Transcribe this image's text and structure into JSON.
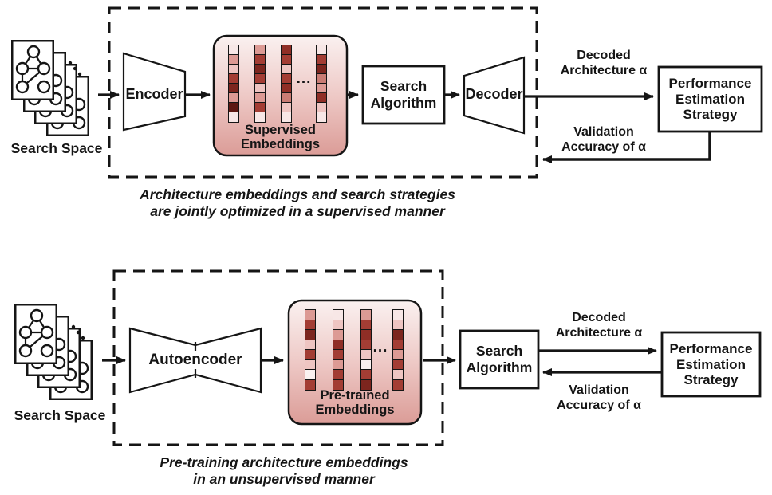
{
  "colors": {
    "ink": "#151515",
    "embed_gradient_top": "#faf1f0",
    "embed_gradient_mid": "#eec9c6",
    "embed_gradient_bottom": "#db9c97"
  },
  "top": {
    "search_space": "Search Space",
    "encoder": "Encoder",
    "embeddings_title_1": "Supervised",
    "embeddings_title_2": "Embeddings",
    "embeddings_dots": "...",
    "embeddings_columns": [
      [
        "#f7e7e6",
        "#dc9a94",
        "#eec5c2",
        "#a33d34",
        "#7c251e",
        "#dc9a94",
        "#5d1812",
        "#f7e7e6"
      ],
      [
        "#dc9a94",
        "#a33d34",
        "#7c251e",
        "#a33d34",
        "#eec5c2",
        "#dc9a94",
        "#a33d34",
        "#f7e7e6"
      ],
      [
        "#8f2e26",
        "#a33d34",
        "#eec5c2",
        "#a33d34",
        "#8f2e26",
        "#c97c74",
        "#eec5c2",
        "#f7e7e6"
      ],
      [
        "#f7e7e6",
        "#a33d34",
        "#7c251e",
        "#c97c74",
        "#dc9a94",
        "#8f2e26",
        "#eec5c2",
        "#f7e7e6"
      ]
    ],
    "search_algorithm_1": "Search",
    "search_algorithm_2": "Algorithm",
    "decoder": "Decoder",
    "performance_1": "Performance",
    "performance_2": "Estimation",
    "performance_3": "Strategy",
    "decoded_1": "Decoded",
    "decoded_2": "Architecture α",
    "validation_1": "Validation",
    "validation_2": "Accuracy of α",
    "caption_1": "Architecture embeddings and search strategies",
    "caption_2": "are jointly optimized in a supervised manner"
  },
  "bottom": {
    "search_space": "Search Space",
    "autoencoder": "Autoencoder",
    "embeddings_title_1": "Pre-trained",
    "embeddings_title_2": "Embeddings",
    "embeddings_dots": "...",
    "embeddings_columns": [
      [
        "#dc9a94",
        "#a33d34",
        "#7c251e",
        "#eec5c2",
        "#a33d34",
        "#eec5c2",
        "#faf1f0",
        "#a33d34"
      ],
      [
        "#f7e7e6",
        "#eec5c2",
        "#dc9a94",
        "#8f2e26",
        "#a33d34",
        "#dc9a94",
        "#a33d34",
        "#a33d34"
      ],
      [
        "#dc9a94",
        "#a33d34",
        "#8f2e26",
        "#a33d34",
        "#eec5c2",
        "#faf1f0",
        "#a33d34",
        "#7c251e"
      ],
      [
        "#f7e7e6",
        "#eec5c2",
        "#7c251e",
        "#a33d34",
        "#dc9a94",
        "#a33d34",
        "#eec5c2",
        "#a33d34"
      ]
    ],
    "search_algorithm_1": "Search",
    "search_algorithm_2": "Algorithm",
    "performance_1": "Performance",
    "performance_2": "Estimation",
    "performance_3": "Strategy",
    "decoded_1": "Decoded",
    "decoded_2": "Architecture α",
    "validation_1": "Validation",
    "validation_2": "Accuracy of α",
    "caption_1": "Pre-training architecture embeddings",
    "caption_2": "in an unsupervised manner"
  }
}
